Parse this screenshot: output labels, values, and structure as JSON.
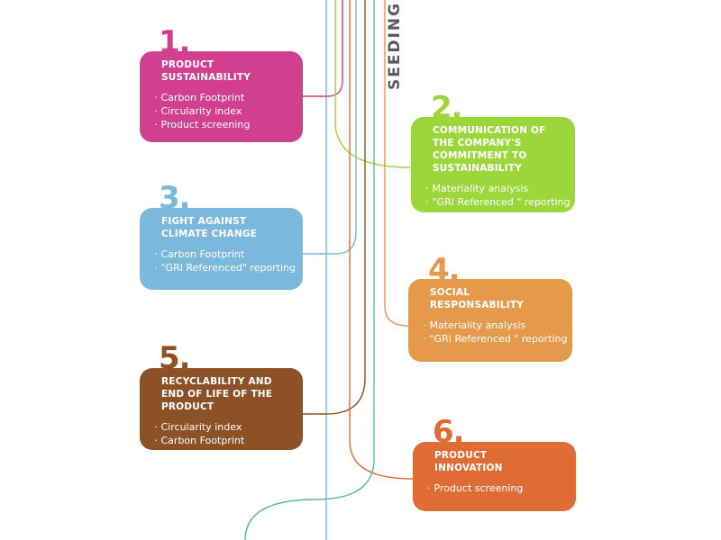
{
  "vertical_label": "SEEDING",
  "colors": {
    "magenta": "#d13f8f",
    "lime": "#9bd63b",
    "blue": "#7ab8dc",
    "orange": "#e5994a",
    "brown": "#8c5225",
    "red_orange": "#e06c35",
    "gray": "#5a5a5a",
    "teal": "#5fb5a8"
  },
  "steps": [
    {
      "number": "1.",
      "title": "PRODUCT SUSTAINABILITY",
      "items": [
        "Carbon Footprint",
        "Circularity index",
        "Product screening"
      ]
    },
    {
      "number": "2.",
      "title": "COMMUNICATION OF THE COMPANY'S COMMITMENT TO SUSTAINABILITY",
      "items": [
        "Materiality analysis",
        "\"GRI Referenced \" reporting"
      ]
    },
    {
      "number": "3.",
      "title": "FIGHT AGAINST CLIMATE CHANGE",
      "items": [
        "Carbon Footprint",
        "\"GRI Referenced\" reporting"
      ]
    },
    {
      "number": "4.",
      "title": "SOCIAL RESPONSABILITY",
      "items": [
        "Materiality analysis",
        "\"GRI Referenced \" reporting"
      ]
    },
    {
      "number": "5.",
      "title": "RECYCLABILITY AND END OF LIFE OF THE PRODUCT",
      "items": [
        "Circularity index",
        "Carbon Footprint"
      ]
    },
    {
      "number": "6.",
      "title": "PRODUCT INNOVATION",
      "items": [
        "Product screening"
      ]
    }
  ]
}
